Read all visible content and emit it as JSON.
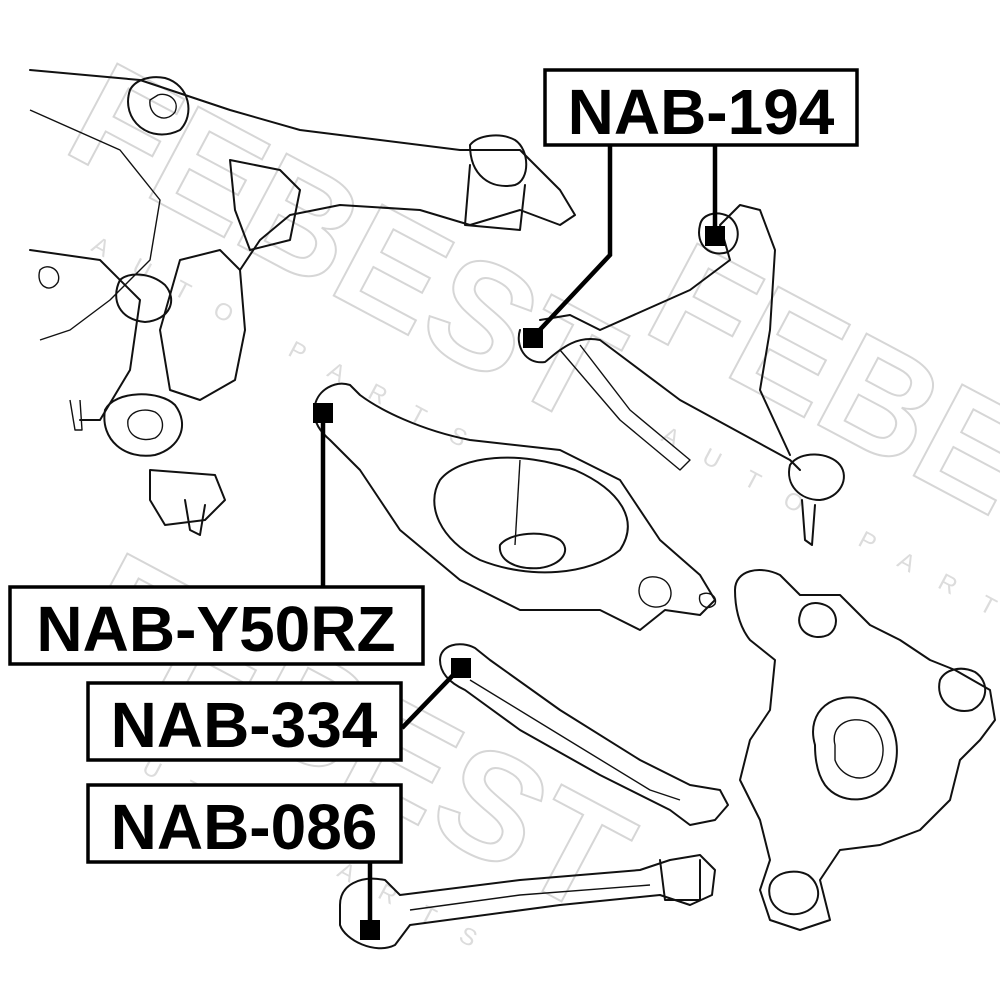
{
  "watermark": {
    "brand": "FEBEST",
    "sub": "AUTO PARTS"
  },
  "labels": [
    {
      "id": "nab-194",
      "text": "NAB-194"
    },
    {
      "id": "nab-y50rz",
      "text": "NAB-Y50RZ"
    },
    {
      "id": "nab-334",
      "text": "NAB-334"
    },
    {
      "id": "nab-086",
      "text": "NAB-086"
    }
  ]
}
